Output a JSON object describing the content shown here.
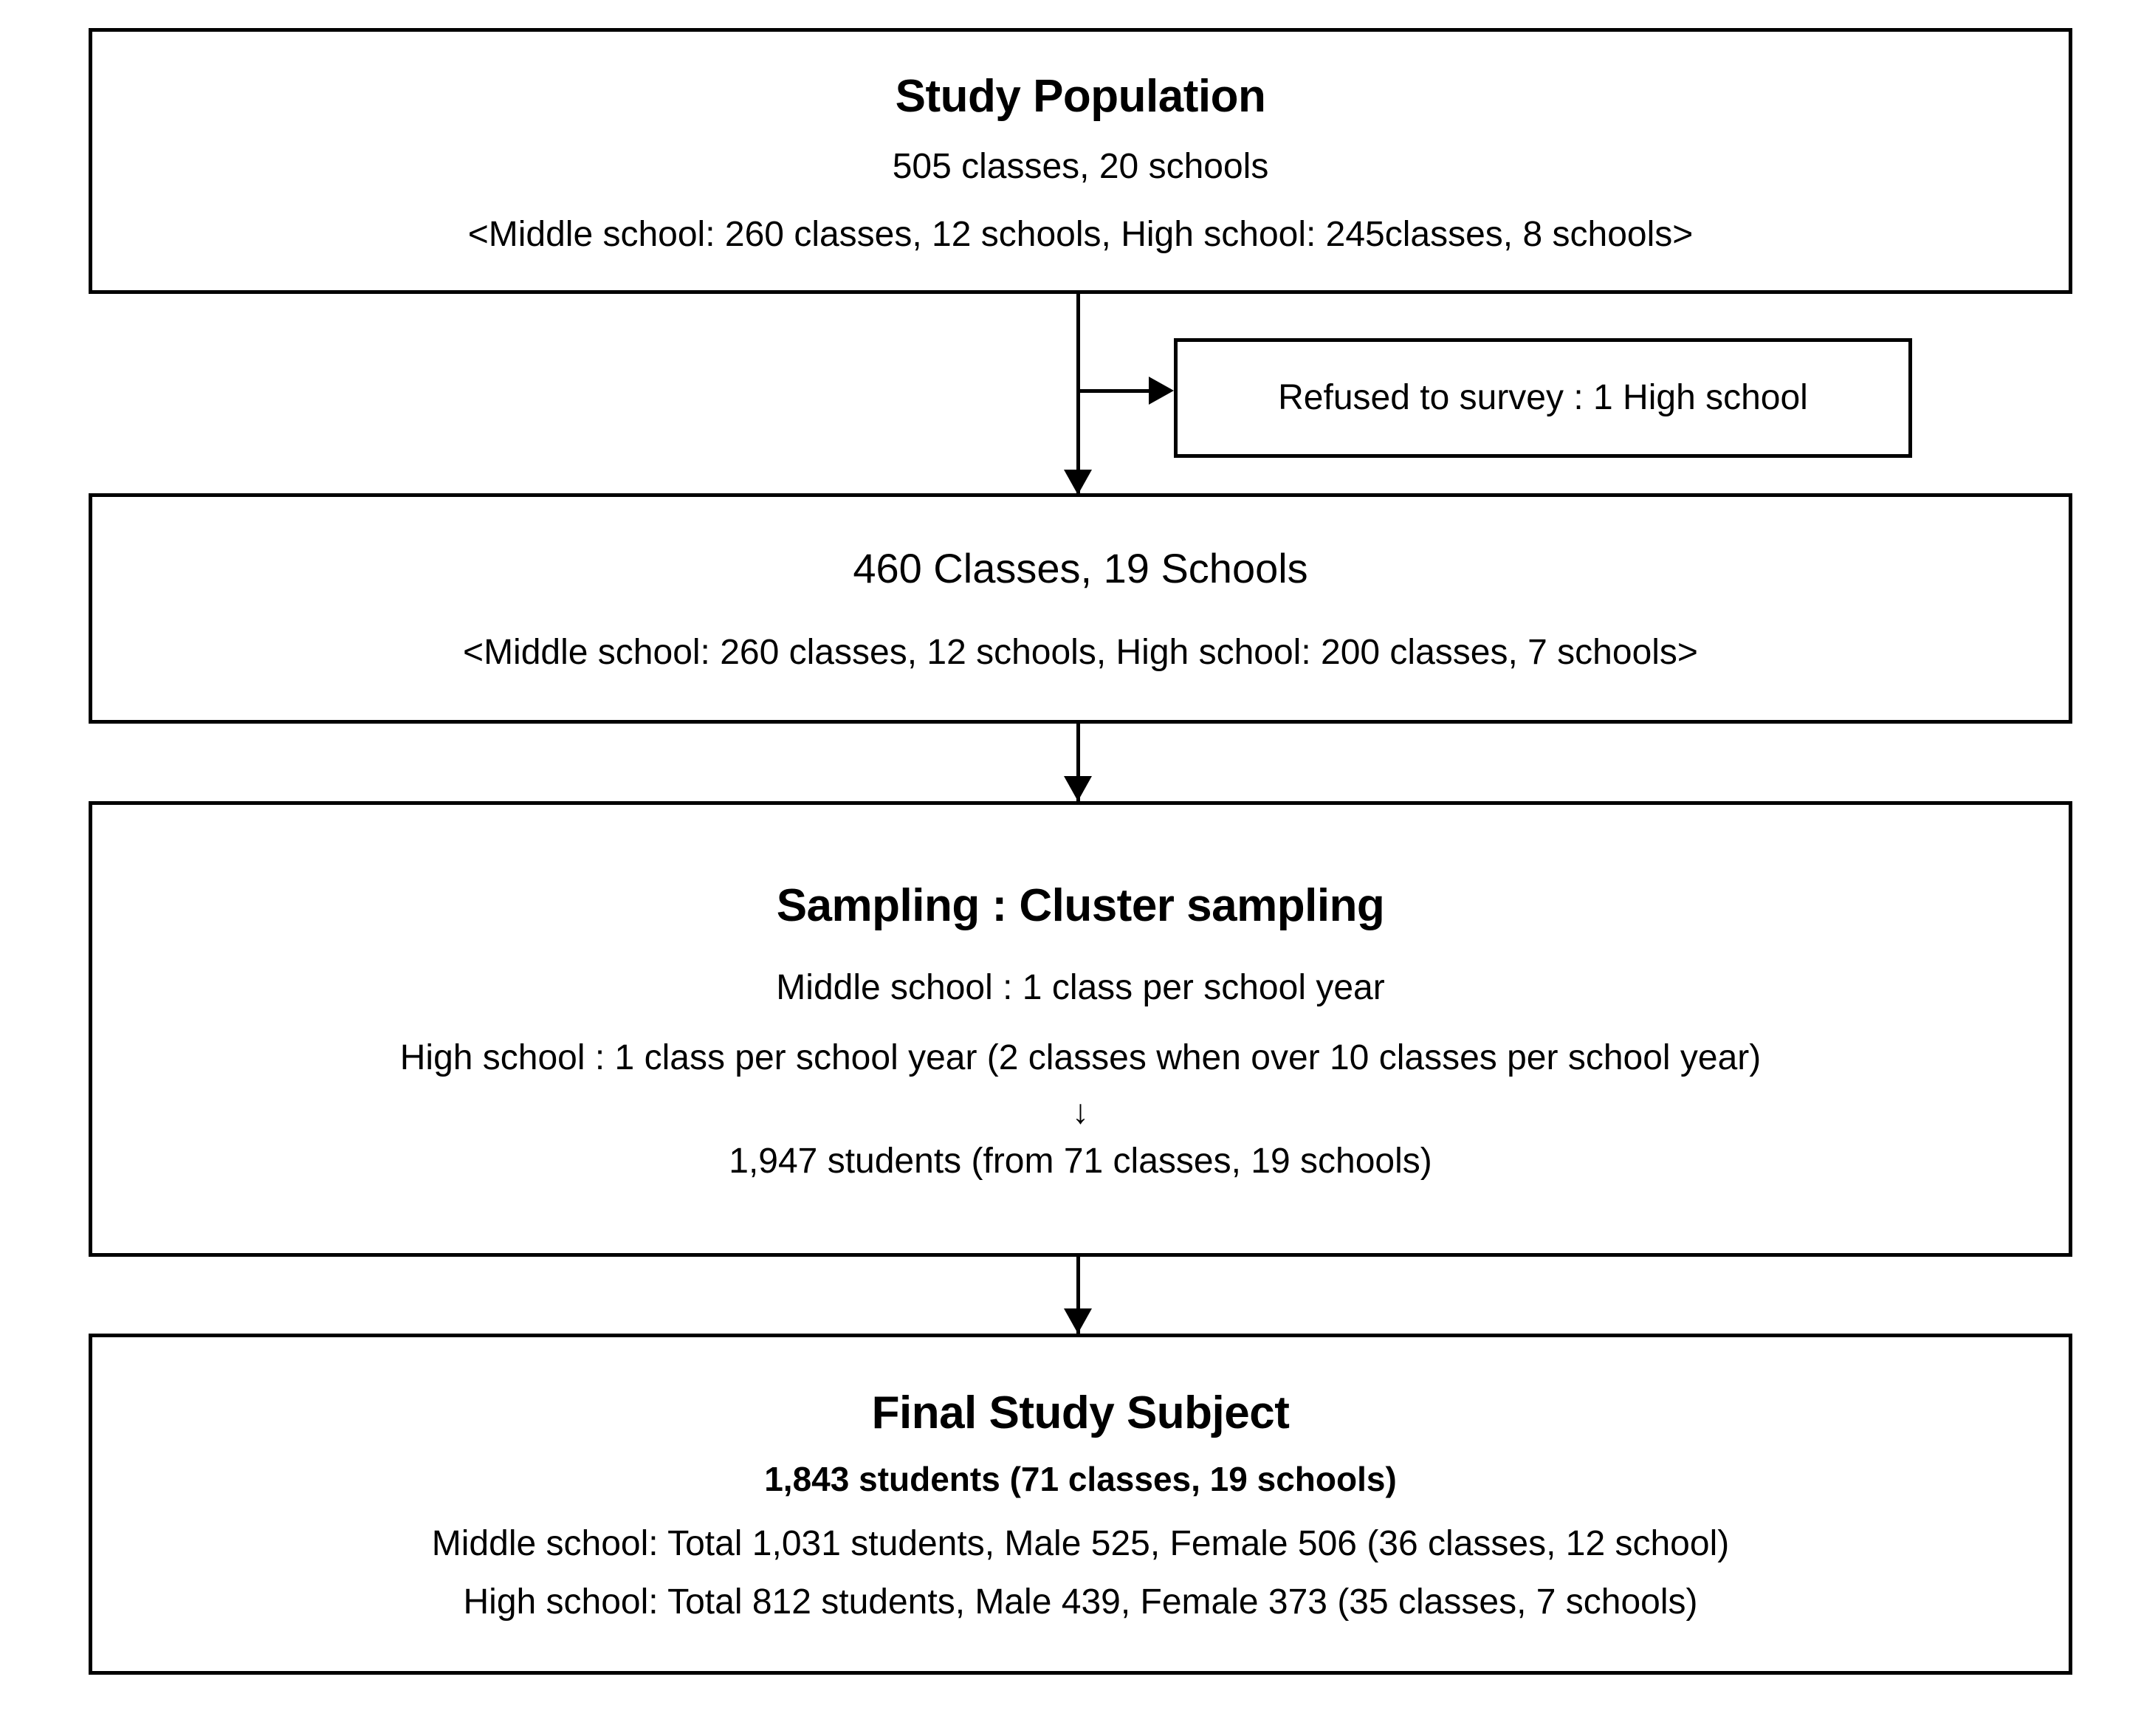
{
  "diagram": {
    "type": "flowchart",
    "title": "Study population flow diagram",
    "boxes": [
      {
        "id": "study-population",
        "title": "Study Population",
        "lines": [
          "505 classes, 20 schools",
          "<Middle school: 260 classes, 12 schools, High school: 245classes, 8 schools>"
        ]
      },
      {
        "id": "refused",
        "title": "",
        "lines": [
          "Refused to survey : 1 High school"
        ]
      },
      {
        "id": "remaining",
        "title": "",
        "lines": [
          "460 Classes, 19 Schools",
          "<Middle school: 260 classes, 12 schools, High school: 200 classes, 7 schools>"
        ]
      },
      {
        "id": "sampling",
        "title": "Sampling : Cluster sampling",
        "lines": [
          "Middle school : 1 class per school year",
          "High school : 1 class per school year (2 classes when over 10 classes per school year)",
          "↓",
          "1,947 students (from 71 classes, 19 schools)"
        ]
      },
      {
        "id": "final",
        "title": "Final Study Subject",
        "lines": [
          "1,843 students (71 classes, 19 schools)",
          "Middle school: Total 1,031 students, Male 525, Female 506 (36 classes, 12 school)",
          "High school: Total 812 students, Male 439, Female 373 (35 classes, 7 schools)"
        ]
      }
    ],
    "colors": {
      "border": "#000000",
      "text": "#000000",
      "background": "#ffffff"
    }
  }
}
